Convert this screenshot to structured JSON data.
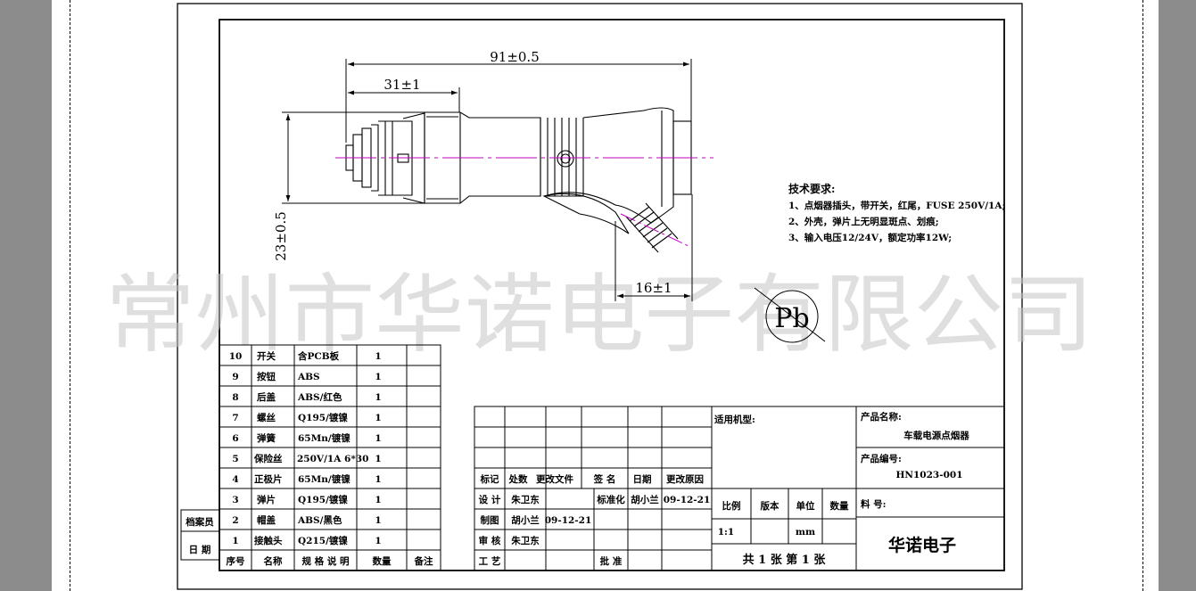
{
  "dimensions": {
    "overall_length": "91±0.5",
    "plug_length": "31±1",
    "height": "23±0.5",
    "cable_offset": "16±1"
  },
  "pb_mark": "Pb",
  "watermark": "常州市华诺电子有限公司",
  "tech_requirements": {
    "title": "技术要求:",
    "items": [
      "1、点烟器插头，带开关，红尾，FUSE 250V/1A;",
      "2、外壳，弹片上无明显斑点、划痕;",
      "3、输入电压12/24V，额定功率12W;"
    ]
  },
  "left_box": {
    "archive_label": "档案员",
    "date_label": "日  期"
  },
  "bom": {
    "headers": [
      "序号",
      "名称",
      "规 格 说 明",
      "数量",
      "备注"
    ],
    "rows": [
      {
        "no": "10",
        "name": "开关",
        "spec": "含PCB板",
        "qty": "1",
        "note": ""
      },
      {
        "no": "9",
        "name": "按钮",
        "spec": "ABS",
        "qty": "1",
        "note": ""
      },
      {
        "no": "8",
        "name": "后盖",
        "spec": "ABS/红色",
        "qty": "1",
        "note": ""
      },
      {
        "no": "7",
        "name": "螺丝",
        "spec": "Q195/镀镍",
        "qty": "1",
        "note": ""
      },
      {
        "no": "6",
        "name": "弹簧",
        "spec": "65Mn/镀镍",
        "qty": "1",
        "note": ""
      },
      {
        "no": "5",
        "name": "保险丝",
        "spec": "250V/1A 6*30",
        "qty": "1",
        "note": ""
      },
      {
        "no": "4",
        "name": "正极片",
        "spec": "65Mn/镀镍",
        "qty": "1",
        "note": ""
      },
      {
        "no": "3",
        "name": "弹片",
        "spec": "Q195/镀镍",
        "qty": "1",
        "note": ""
      },
      {
        "no": "2",
        "name": "帽盖",
        "spec": "ABS/黑色",
        "qty": "1",
        "note": ""
      },
      {
        "no": "1",
        "name": "接触头",
        "spec": "Q215/镀镍",
        "qty": "1",
        "note": ""
      }
    ]
  },
  "revision": {
    "headers": [
      "标记",
      "处数",
      "更改文件",
      "签  名",
      "日期",
      "更改原因"
    ]
  },
  "approvals": {
    "design_label": "设 计",
    "design_name": "朱卫东",
    "standard_label": "标准化",
    "standard_name": "胡小兰",
    "standard_date": "09-12-21",
    "draw_label": "制图",
    "draw_name": "胡小兰",
    "draw_date": "09-12-21",
    "review_label": "审 核",
    "review_name": "朱卫东",
    "process_label": "工 艺",
    "approve_label": "批 准"
  },
  "title_block": {
    "applicable_label": "适用机型:",
    "product_name_label": "产品名称:",
    "product_name": "车载电源点烟器",
    "product_code_label": "产品编号:",
    "product_code": "HN1023-001",
    "material_label": "料    号:",
    "scale_label": "比例",
    "version_label": "版本",
    "unit_label": "单位",
    "qty_label": "数量",
    "scale_value": "1:1",
    "unit_value": "mm",
    "sheets_text": "共  1  张   第  1  张",
    "company": "华诺电子"
  }
}
